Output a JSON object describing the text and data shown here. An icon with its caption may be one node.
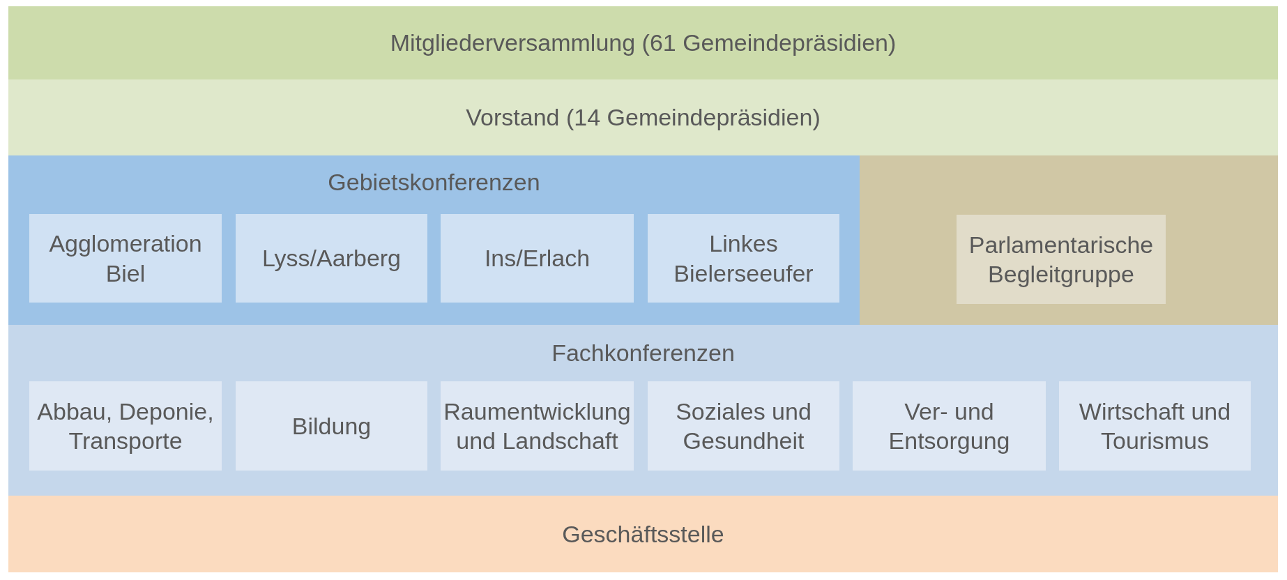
{
  "diagram": {
    "nodes": [
      {
        "text": [
          "Mitgliederversammlung (61 Gemeindepräsidien)"
        ]
      },
      {
        "text": [
          "Vorstand (14 Gemeindepräsidien)"
        ]
      },
      {
        "text": [
          "Gebietskonferenzen"
        ]
      },
      {
        "text": [
          "Agglomeration Biel"
        ],
        "in": 2
      },
      {
        "text": [
          "Lyss/Aarberg"
        ],
        "in": 2
      },
      {
        "text": [
          "Ins/Erlach"
        ],
        "in": 2
      },
      {
        "text": [
          "Linkes Bielerseeufer"
        ],
        "in": 2
      },
      {
        "text": [],
        "shape": "box"
      },
      {
        "text": [
          "Parlamentarische Begleitgruppe"
        ],
        "in": 7
      },
      {
        "text": [
          "Fachkonferenzen"
        ]
      },
      {
        "text": [
          "Abbau, Deponie, Transporte"
        ],
        "in": 9
      },
      {
        "text": [
          "Bildung"
        ],
        "in": 9
      },
      {
        "text": [
          "Raumentwicklung und Landschaft"
        ],
        "in": 9
      },
      {
        "text": [
          "Soziales und Gesundheit"
        ],
        "in": 9
      },
      {
        "text": [
          "Ver- und Entsorgung"
        ],
        "in": 9
      },
      {
        "text": [
          "Wirtschaft und Tourismus"
        ],
        "in": 9
      },
      {
        "text": [
          "Geschäftsstelle"
        ]
      }
    ]
  }
}
